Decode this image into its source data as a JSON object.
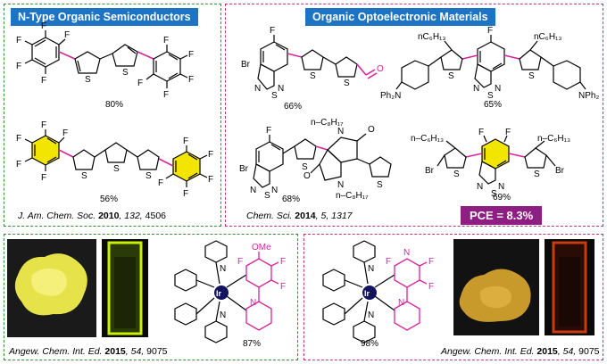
{
  "panels": {
    "ntype": {
      "title": "N-Type Organic Semiconductors",
      "yields": [
        "80%",
        "56%"
      ],
      "ref_journal": "J. Am. Chem. Soc.",
      "ref_year": "2010",
      "ref_vol": "132",
      "ref_page": "4506"
    },
    "opto": {
      "title": "Organic Optoelectronic Materials",
      "yields": [
        "66%",
        "65%",
        "68%",
        "69%"
      ],
      "ref_journal": "Chem. Sci.",
      "ref_year": "2014",
      "ref_rest": "5, 1317",
      "pce": "PCE = 8.3%"
    },
    "ir_left": {
      "yield": "87%",
      "ref_journal": "Angew. Chem. Int. Ed.",
      "ref_year": "2015",
      "ref_vol": "54",
      "ref_page": "9075"
    },
    "ir_right": {
      "yield": "98%",
      "ref_journal": "Angew. Chem. Int. Ed.",
      "ref_year": "2015",
      "ref_vol": "54",
      "ref_page": "9075"
    }
  },
  "atoms": {
    "F": "F",
    "Br": "Br",
    "S": "S",
    "N": "N",
    "O": "O",
    "Ir": "Ir",
    "OMe": "OMe",
    "hexyl": "nC₆H₁₃",
    "hexyl_alt": "n–C₆H₁₃",
    "octyl": "n–C₈H₁₇",
    "NPh2": "NPh₂",
    "Ph2N": "Ph₂N"
  },
  "colors": {
    "green_border": "#3a8a3a",
    "pink_border": "#c0327a",
    "title_blue": "#1d73c4",
    "magenta": "#d6249a",
    "navy": "#14145e",
    "yellow_ring": "#f2e600",
    "pce_bg": "#8e1e82"
  }
}
